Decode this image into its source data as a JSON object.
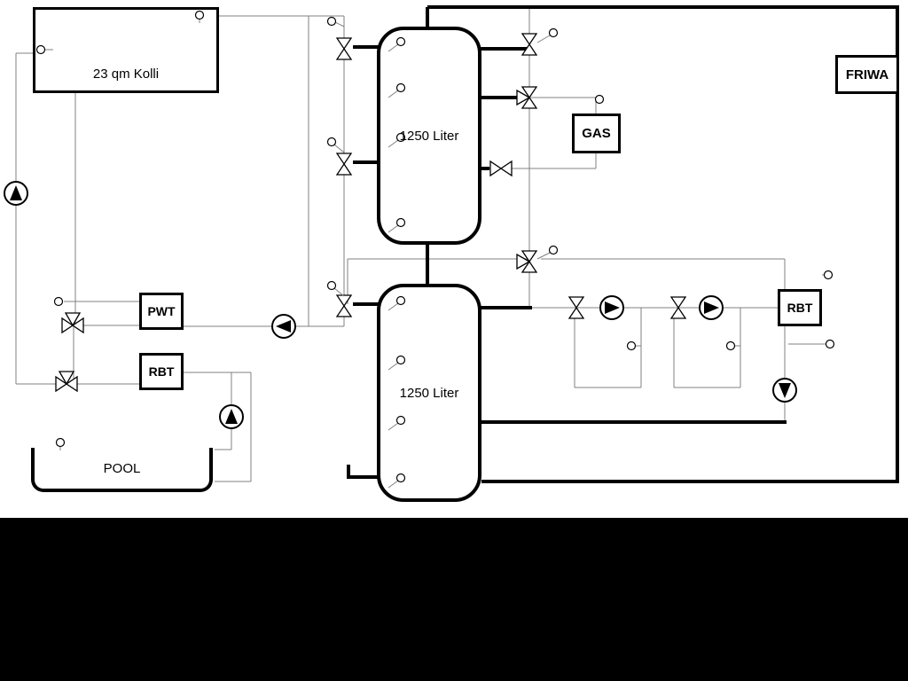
{
  "labels": {
    "collector": "23 qm Kolli",
    "tank_upper": "1250 Liter",
    "tank_lower": "1250 Liter",
    "gas": "GAS",
    "friwa": "FRIWA",
    "pwt": "PWT",
    "rbt_left": "RBT",
    "rbt_right": "RBT",
    "pool": "POOL"
  },
  "colors": {
    "background": "#ffffff",
    "thin_line": "#808080",
    "thick_pipe": "#000000",
    "bottom_mask": "#000000"
  },
  "components": {
    "pump_count": 6,
    "valve_count": 11,
    "sensor_count": 22
  }
}
